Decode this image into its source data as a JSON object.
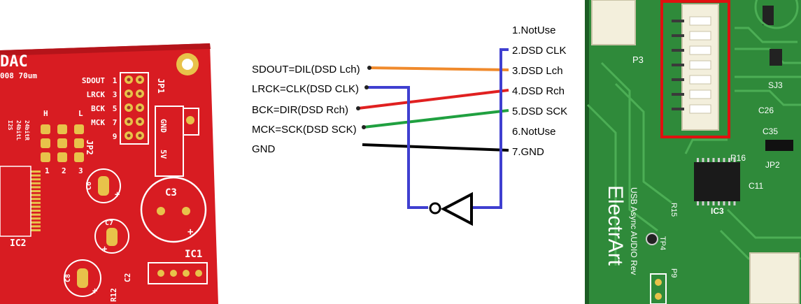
{
  "left_board": {
    "title": "DAC",
    "subtitle": "008 70um",
    "jp1_label": "JP1",
    "jp1_rows": [
      {
        "label": "SDOUT",
        "num": "1"
      },
      {
        "label": "LRCK",
        "num": "3"
      },
      {
        "label": "BCK",
        "num": "5"
      },
      {
        "label": "MCK",
        "num": "7"
      },
      {
        "label": "",
        "num": "9"
      }
    ],
    "gnd_label": "GND",
    "v5_label": "5V",
    "jp2_label": "JP2",
    "jp2_top": [
      "H",
      "L"
    ],
    "jp2_bottom": [
      "1",
      "2",
      "3"
    ],
    "fmt_labels": [
      "I2S",
      "24bitL",
      "24bitR"
    ],
    "c3_label": "C3",
    "c6_label": "C6",
    "c7_label": "C7",
    "c8_label": "C8",
    "c2_label": "C2",
    "ic1_label": "IC1",
    "ic2_label": "IC2",
    "r12_label": "R12",
    "plus": "+"
  },
  "wiring": {
    "left_labels": [
      {
        "text": "SDOUT=DIL(DSD Lch)",
        "color": "#f08a2c"
      },
      {
        "text": "LRCK=CLK(DSD CLK)",
        "color": "#3f3fd0"
      },
      {
        "text": "BCK=DIR(DSD Rch)",
        "color": "#e02020"
      },
      {
        "text": "MCK=SCK(DSD SCK)",
        "color": "#20a040"
      },
      {
        "text": "GND",
        "color": "#000000"
      }
    ],
    "pins": [
      "1.NotUse",
      "2.DSD CLK",
      "3.DSD Lch",
      "4.DSD Rch",
      "5.DSD SCK",
      "6.NotUse",
      "7.GND"
    ]
  },
  "right_board": {
    "p3_label": "P3",
    "sj3_label": "SJ3",
    "c26_label": "C26",
    "c35_label": "C35",
    "r16_label": "R16",
    "jp2_label": "JP2",
    "c11_label": "C11",
    "ic3_label": "IC3",
    "r15_label": "R15",
    "tp4_label": "TP4",
    "p9_label": "P9",
    "brand": "ElectrArt",
    "board_text": "USB Async AUDIO Rev",
    "highlight_color": "#e01010"
  }
}
